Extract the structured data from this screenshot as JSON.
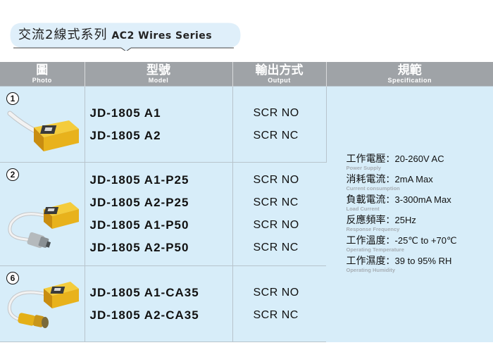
{
  "section_title": {
    "cn": "交流2線式系列",
    "en": "AC2 Wires Series"
  },
  "colors": {
    "header_bg": "#9fa3a7",
    "cell_bg": "#d7edf9",
    "title_bubble": "#dfeffa",
    "sensor_yellow": "#e8b21c",
    "cable_white": "#eeeeee"
  },
  "columns": [
    {
      "cn": "圖",
      "en": "Photo"
    },
    {
      "cn": "型號",
      "en": "Model"
    },
    {
      "cn": "輸出方式",
      "en": "Output"
    },
    {
      "cn": "規範",
      "en": "Specification"
    }
  ],
  "rows": [
    {
      "num": "1",
      "photo_icon": "inductive-sensor-cable-icon",
      "models": [
        "JD-1805 A1",
        "JD-1805 A2"
      ],
      "outputs": [
        "SCR NO",
        "SCR NC"
      ]
    },
    {
      "num": "2",
      "photo_icon": "inductive-sensor-plug-icon",
      "models": [
        "JD-1805 A1-P25",
        "JD-1805 A2-P25",
        "JD-1805 A1-P50",
        "JD-1805 A2-P50"
      ],
      "outputs": [
        "SCR NO",
        "SCR NC",
        "SCR NO",
        "SCR NC"
      ]
    },
    {
      "num": "6",
      "photo_icon": "inductive-sensor-connector-icon",
      "models": [
        "JD-1805 A1-CA35",
        "JD-1805 A2-CA35"
      ],
      "outputs": [
        "SCR NO",
        "SCR NC"
      ]
    }
  ],
  "specs": [
    {
      "key": "工作電壓",
      "value": "20-260V AC",
      "en": "Power Supply"
    },
    {
      "key": "消耗電流",
      "value": "2mA Max",
      "en": "Current consumption"
    },
    {
      "key": "負載電流",
      "value": "3-300mA Max",
      "en": "Load Current"
    },
    {
      "key": "反應頻率",
      "value": "25Hz",
      "en": "Response Frequency"
    },
    {
      "key": "工作溫度",
      "value": "-25℃ to +70℃",
      "en": "Operating Temperature"
    },
    {
      "key": "工作濕度",
      "value": "39 to 95% RH",
      "en": "Operating Humidity"
    }
  ]
}
